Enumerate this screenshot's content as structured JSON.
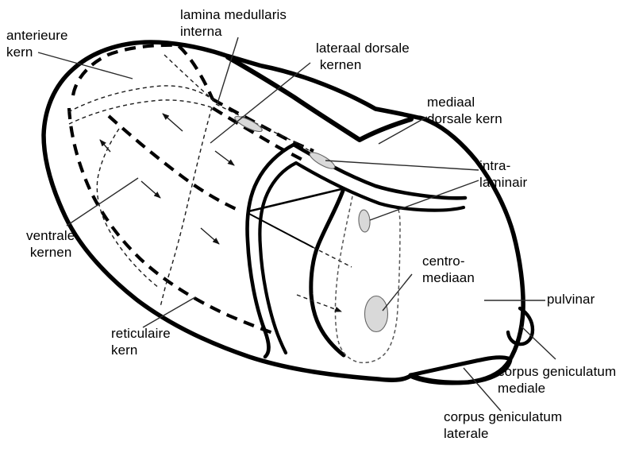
{
  "figure": {
    "kind": "thalamus-schematic-line-drawing",
    "background_color": "#ffffff",
    "ink_color": "#000000",
    "nucleus_fill_color": "#d9d9d9"
  },
  "labels": [
    {
      "id": "anterieure-kern",
      "text": "anterieure\nkern"
    },
    {
      "id": "lamina-medullaris-interna",
      "text": "lamina medullaris\ninterna"
    },
    {
      "id": "lateraal-dorsale-kernen",
      "text": "lateraal dorsale\n kernen"
    },
    {
      "id": "mediaal-dorsale-kern",
      "text": "mediaal\ndorsale kern"
    },
    {
      "id": "intra-laminair",
      "text": "intra-\nlaminair"
    },
    {
      "id": "ventrale-kernen",
      "text": "ventrale\n kernen"
    },
    {
      "id": "centro-mediaan",
      "text": "centro-\nmediaan"
    },
    {
      "id": "pulvinar",
      "text": "pulvinar"
    },
    {
      "id": "reticulaire-kern",
      "text": "reticulaire\nkern"
    },
    {
      "id": "corpus-geniculatum-mediale",
      "text": "corpus geniculatum\nmediale"
    },
    {
      "id": "corpus-geniculatum-laterale",
      "text": "corpus geniculatum\nlaterale"
    }
  ]
}
